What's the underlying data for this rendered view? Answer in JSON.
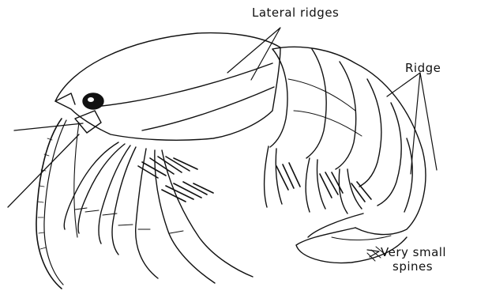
{
  "figure": {
    "labels": {
      "lateral_ridges": "Lateral ridges",
      "ridge": "Ridge",
      "spines_line1": "Very small",
      "spines_line2": "spines"
    }
  }
}
